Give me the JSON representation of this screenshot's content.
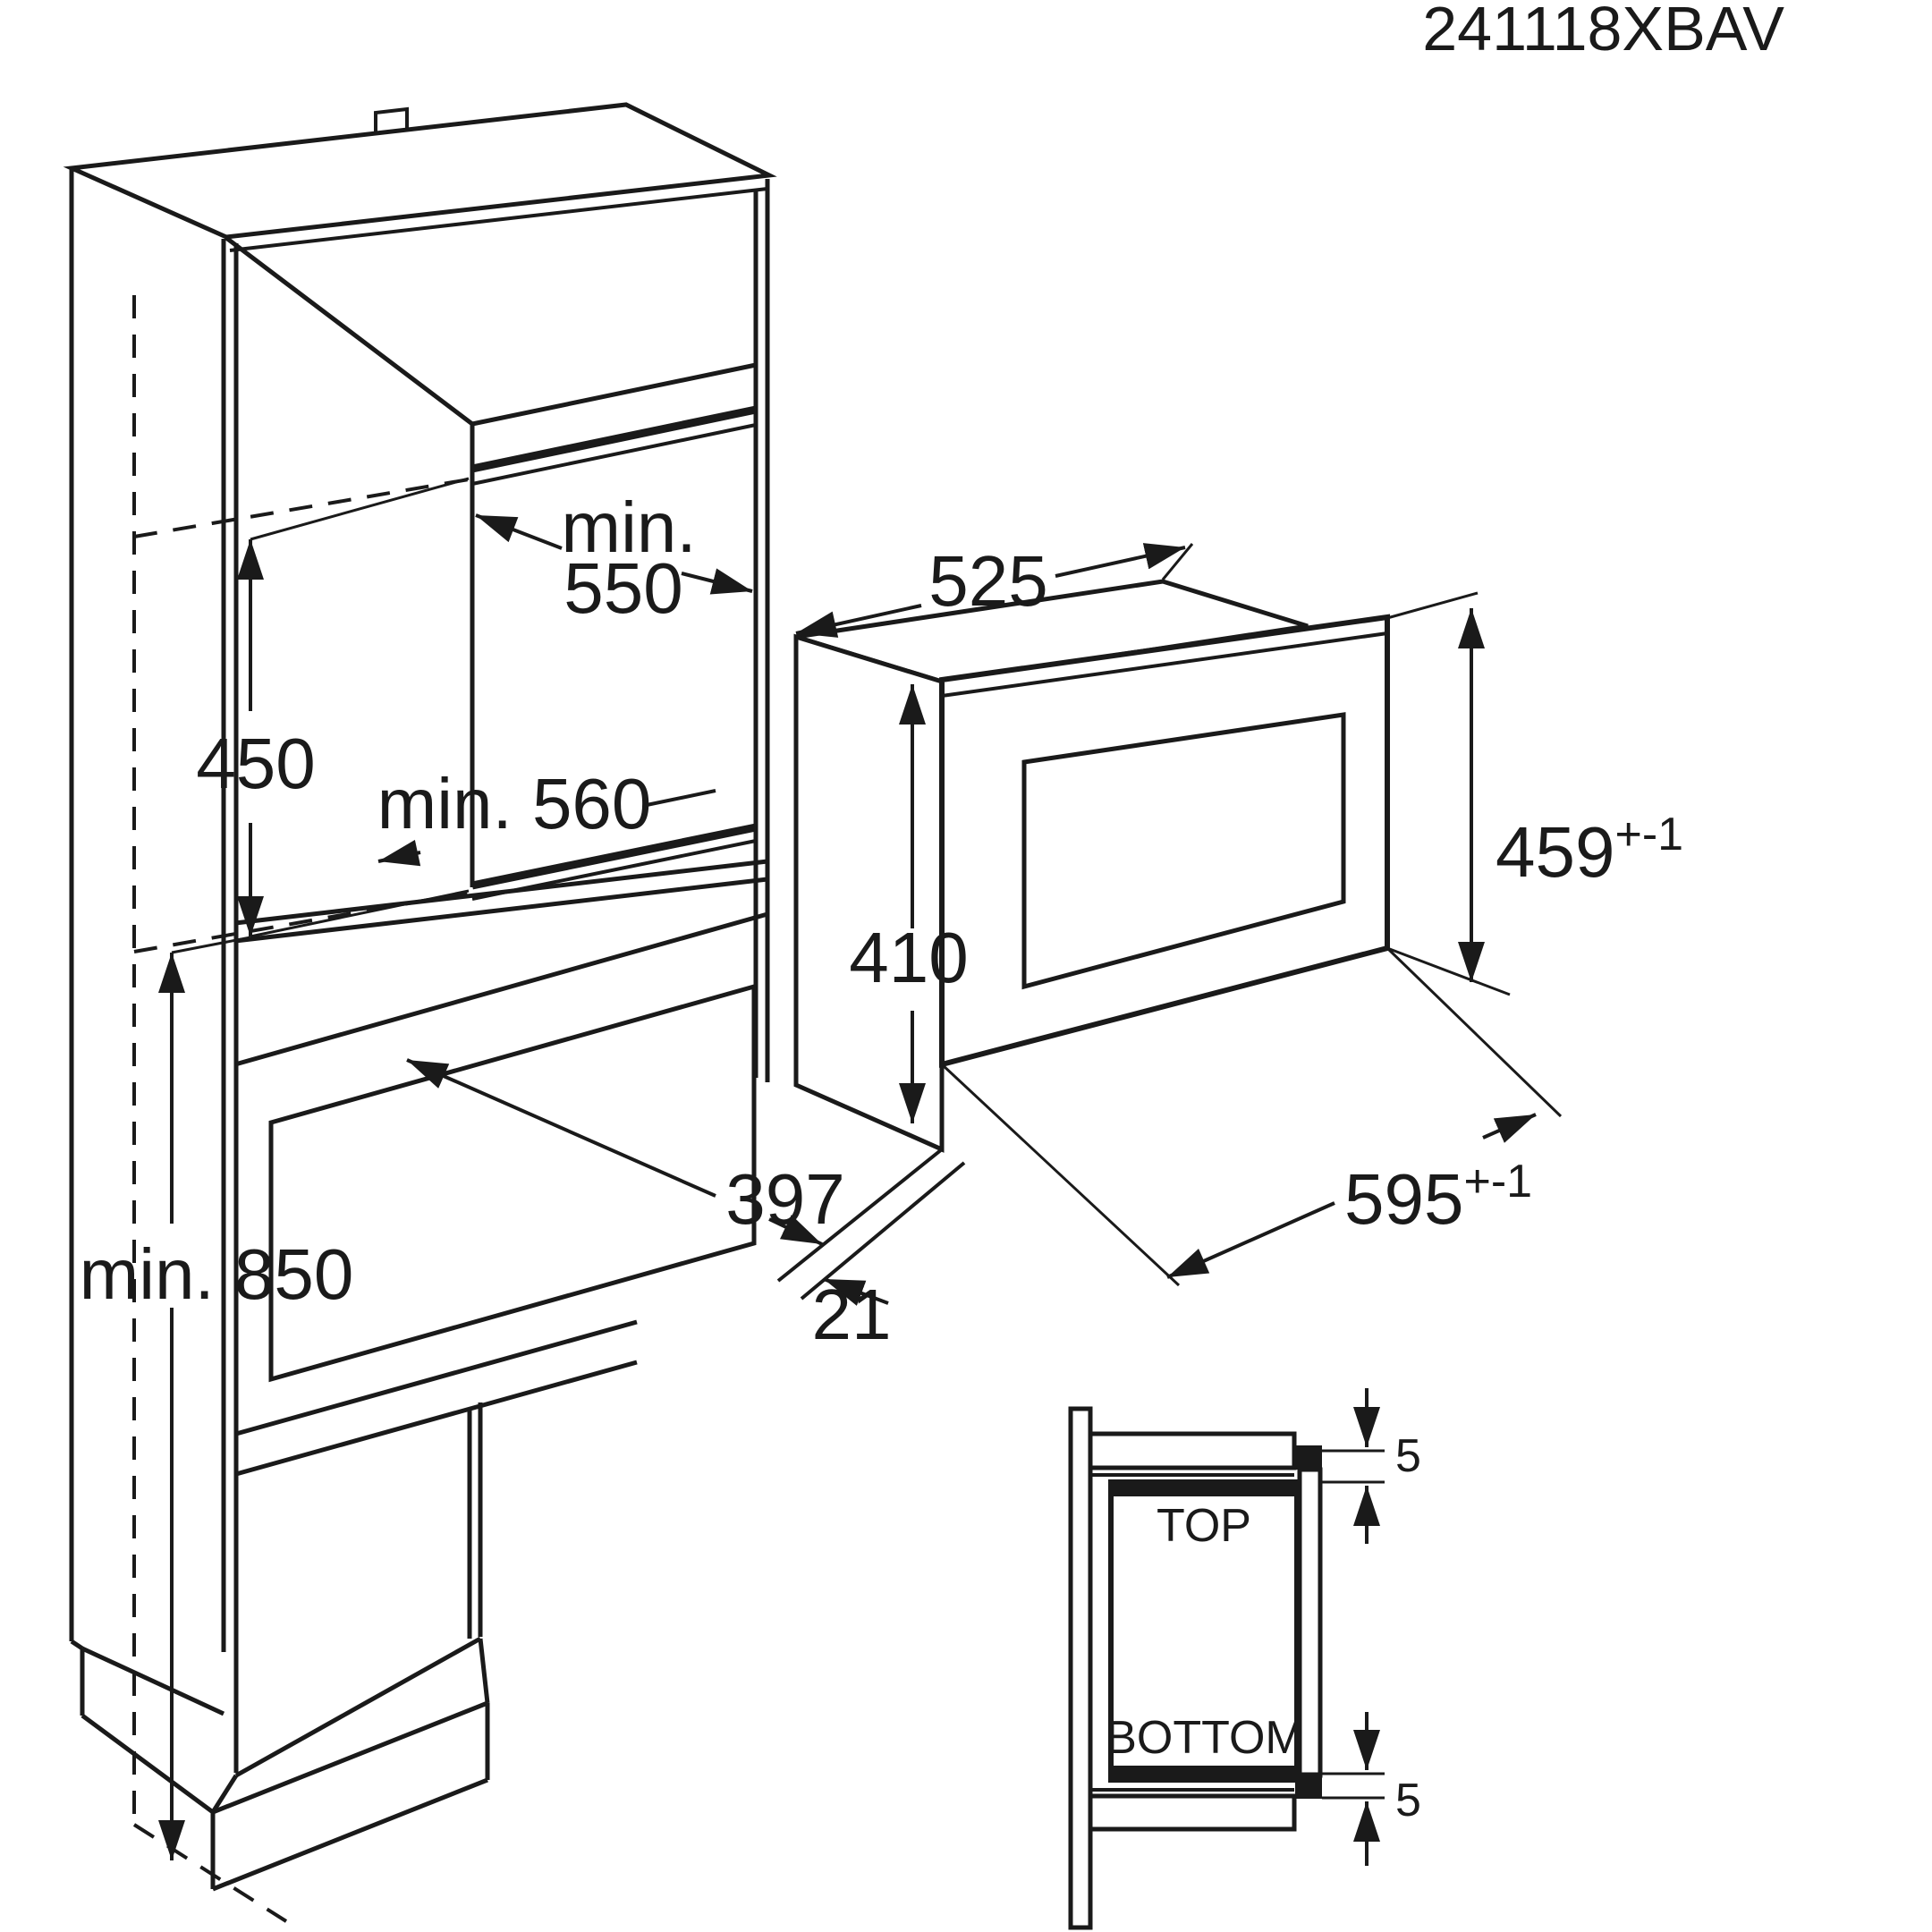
{
  "title_code": "241118XBAV",
  "colors": {
    "ink": "#1a1a1a",
    "background": "#ffffff"
  },
  "cabinet_dims": {
    "niche_height": "450",
    "niche_width_prefix": "min.",
    "niche_width": "550",
    "niche_depth": "min. 560",
    "floor_height": "min. 850",
    "body_depth": "397"
  },
  "microwave_dims": {
    "body_width": "525",
    "body_height": "410",
    "frame_height": "459",
    "frame_height_tol": "+-1",
    "frame_width": "595",
    "frame_width_tol": "+-1",
    "frame_overlap": "21"
  },
  "section_view": {
    "top_label": "TOP",
    "bottom_label": "BOTTOM",
    "top_clearance": "5",
    "bottom_clearance": "5"
  }
}
